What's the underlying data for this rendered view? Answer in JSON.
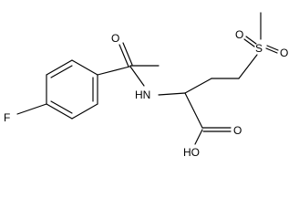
{
  "diagram": {
    "type": "chemical-structure",
    "atom_labels": {
      "fluorine": "F",
      "carbonyl_oxygen": "O",
      "amine": "HN",
      "sulfur": "S",
      "sulfonyl_oxygen_top": "O",
      "sulfonyl_oxygen_right": "O",
      "acid_oxygen": "O",
      "hydroxyl": "HO"
    },
    "colors": {
      "bond": "#000000",
      "text": "#000000",
      "background": "#ffffff"
    }
  }
}
